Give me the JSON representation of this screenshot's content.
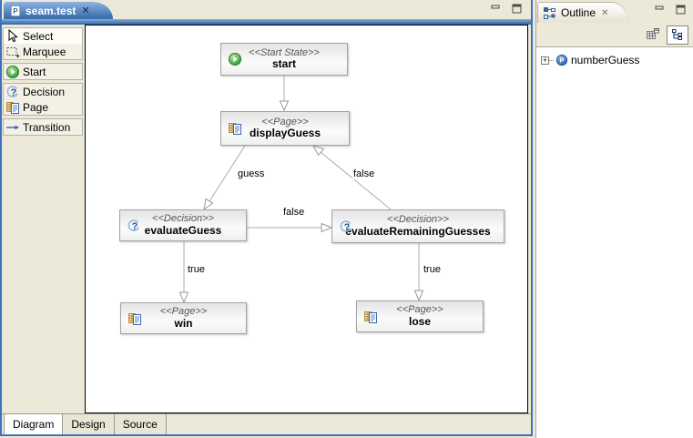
{
  "editor": {
    "tab": {
      "label": "seam.test"
    },
    "palette": {
      "items": [
        {
          "label": "Select",
          "icon": "select-cursor-icon"
        },
        {
          "label": "Marquee",
          "icon": "marquee-icon"
        },
        {
          "label": "Start",
          "icon": "start-icon"
        },
        {
          "label": "Decision",
          "icon": "decision-icon"
        },
        {
          "label": "Page",
          "icon": "page-icon"
        },
        {
          "label": "Transition",
          "icon": "transition-arrow-icon"
        }
      ]
    },
    "diagram": {
      "nodes": [
        {
          "stereotype": "<<Start State>>",
          "name": "start",
          "icon": "start-state-icon"
        },
        {
          "stereotype": "<<Page>>",
          "name": "displayGuess",
          "icon": "page-icon"
        },
        {
          "stereotype": "<<Decision>>",
          "name": "evaluateGuess",
          "icon": "decision-icon"
        },
        {
          "stereotype": "<<Decision>>",
          "name": "evaluateRemainingGuesses",
          "icon": "decision-icon"
        },
        {
          "stereotype": "<<Page>>",
          "name": "win",
          "icon": "page-icon"
        },
        {
          "stereotype": "<<Page>>",
          "name": "lose",
          "icon": "page-icon"
        }
      ],
      "edges": [
        {
          "from": "start",
          "to": "displayGuess",
          "label": ""
        },
        {
          "from": "displayGuess",
          "to": "evaluateGuess",
          "label": "guess"
        },
        {
          "from": "evaluateRemainingGuesses",
          "to": "displayGuess",
          "label": "false"
        },
        {
          "from": "evaluateGuess",
          "to": "evaluateRemainingGuesses",
          "label": "false"
        },
        {
          "from": "evaluateGuess",
          "to": "win",
          "label": "true"
        },
        {
          "from": "evaluateRemainingGuesses",
          "to": "lose",
          "label": "true"
        }
      ]
    },
    "page_tabs": [
      {
        "label": "Diagram",
        "active": true
      },
      {
        "label": "Design",
        "active": false
      },
      {
        "label": "Source",
        "active": false
      }
    ]
  },
  "outline": {
    "tab_label": "Outline",
    "toolbar_icons": [
      "overview-icon",
      "tree-view-icon"
    ],
    "tree": [
      {
        "label": "numberGuess",
        "expanded": false
      }
    ]
  },
  "icons": {
    "close_glyph": "✕",
    "expander_plus_glyph": "+",
    "tab_file_letter": "P",
    "tree_item_letter": "P"
  },
  "colors": {
    "active_tab_top": "#8db3e3",
    "active_tab_bottom": "#2d61a0",
    "editor_frame": "#3f6fbf",
    "workbench_bg": "#ece9d8",
    "canvas_bg": "#ffffff",
    "node_border": "#a3a3a3",
    "edge_line": "#ababab"
  }
}
